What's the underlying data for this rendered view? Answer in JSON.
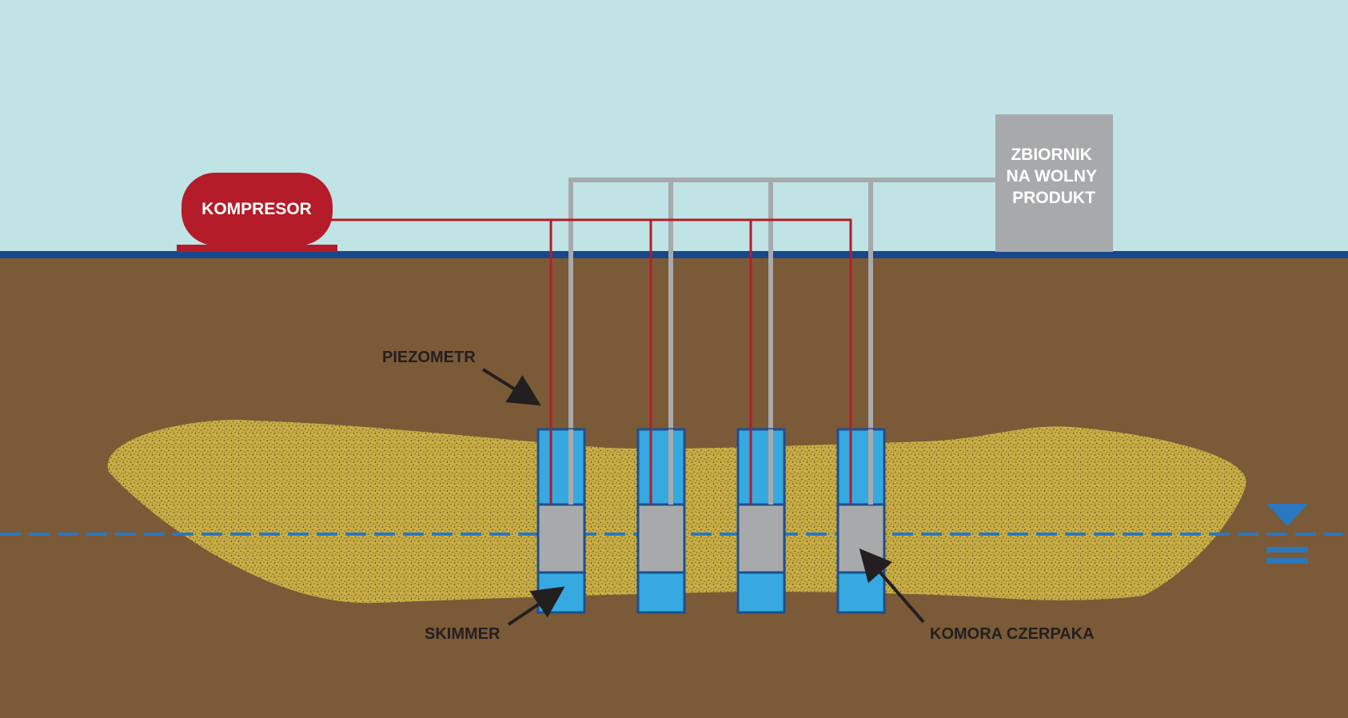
{
  "colors": {
    "sky": "#c0e3e5",
    "soil": "#7b5a38",
    "ground_line": "#17488a",
    "sand": "#c8ad45",
    "sand_dots": "#4a3a1a",
    "air_pipe": "#b51c2a",
    "product_pipe": "#a8a9ab",
    "well_water": "#36a9e1",
    "well_outline": "#1d4f91",
    "skimmer_chamber": "#a8a9ab",
    "water_table": "#2a78bf",
    "compressor": "#b51c2a",
    "tank": "#a8a9ab",
    "label_text": "#231f20"
  },
  "compressor": {
    "label": "KOMPRESOR",
    "icon": "compressor-tank"
  },
  "tank": {
    "lines": [
      "ZBIORNIK",
      "NA WOLNY",
      "PRODUKT"
    ],
    "icon": "storage-tank"
  },
  "wells": {
    "count": 4
  },
  "callouts": {
    "piezometr": "PIEZOMETR",
    "skimmer": "SKIMMER",
    "komora": "KOMORA CZERPAKA"
  },
  "water_table": {
    "icon": "water-table-symbol"
  }
}
